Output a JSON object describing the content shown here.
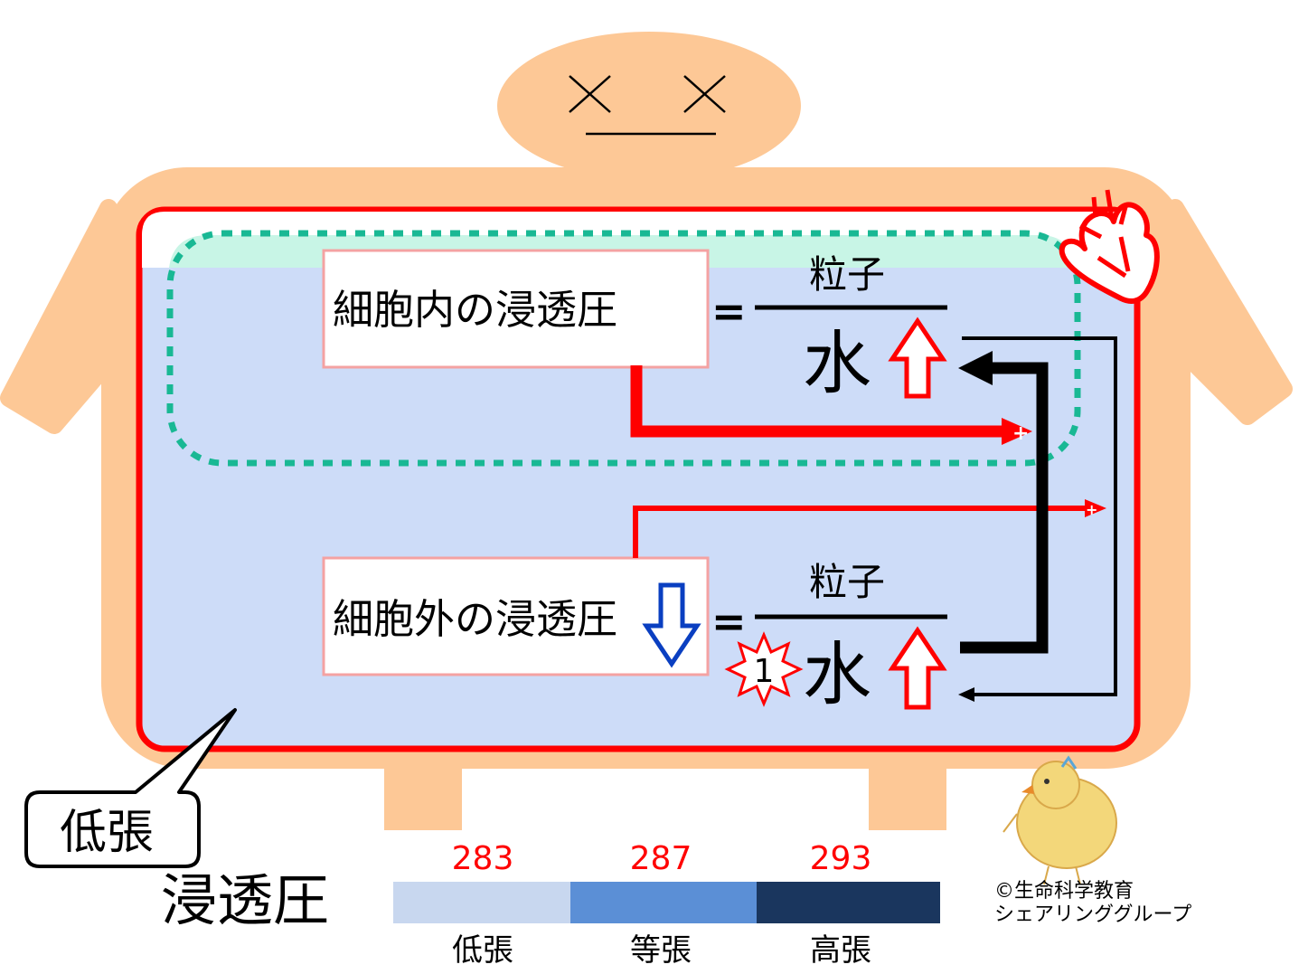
{
  "intracellular": {
    "label": "細胞内の浸透圧",
    "equals": "=",
    "numerator": "粒子",
    "denominator": "水"
  },
  "extracellular": {
    "label": "細胞外の浸透圧",
    "equals": "=",
    "numerator": "粒子",
    "denominator": "水",
    "badge": "1"
  },
  "callout": {
    "label": "低張"
  },
  "scale": {
    "title": "浸透圧",
    "values": [
      "283",
      "287",
      "293"
    ],
    "labels": [
      "低張",
      "等張",
      "高張"
    ],
    "colors": [
      "#c8d7ef",
      "#5b8fd6",
      "#1a365e"
    ]
  },
  "credit": {
    "line1": "©生命科学教育",
    "line2": "シェアリンググループ"
  },
  "colors": {
    "skin": "#fdc896",
    "vessel": "#ff0000",
    "fluid": "#cddcf8",
    "cell_top": "#c8f5e6",
    "cell_border": "#19b894",
    "down_arrow": "#0a3fc1",
    "value_text": "#ff0000"
  },
  "icons": {
    "eyes": "x-eyes-icon",
    "heart": "heart-icon",
    "chick": "chick-icon",
    "starburst": "starburst-icon"
  }
}
